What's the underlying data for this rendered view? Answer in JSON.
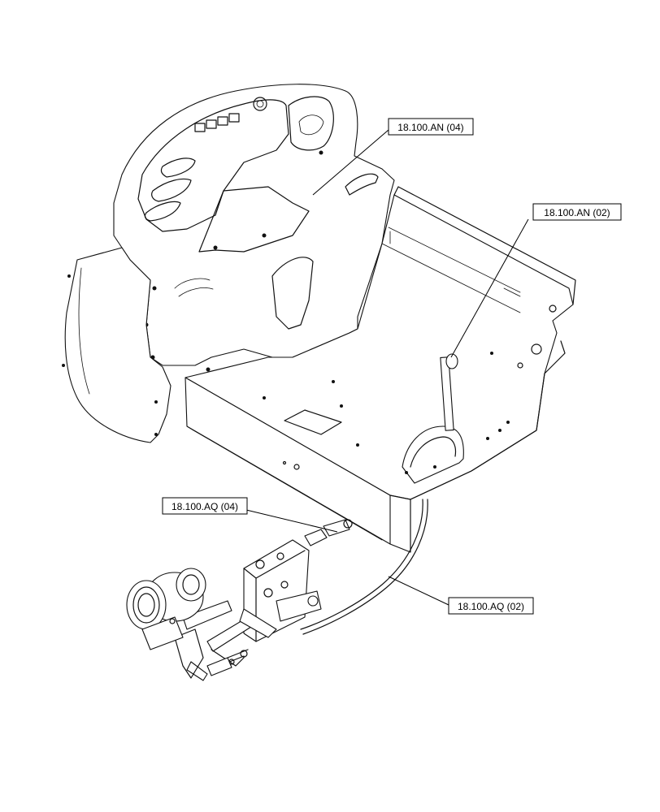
{
  "callouts": {
    "an04": "18.100.AN (04)",
    "an02": "18.100.AN (02)",
    "aq04": "18.100.AQ (04)",
    "aq02": "18.100.AQ (02)"
  }
}
